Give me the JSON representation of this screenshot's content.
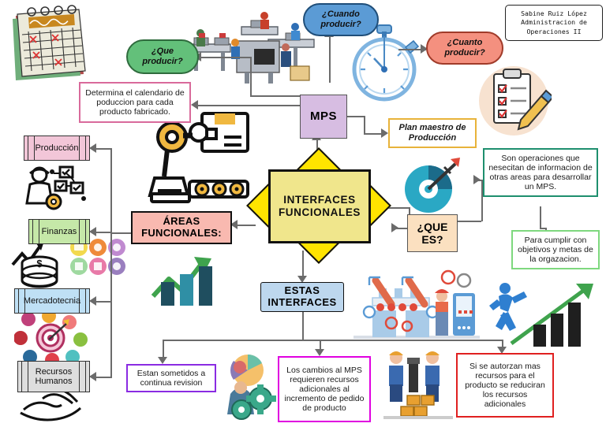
{
  "meta": {
    "title_card": "Sabine Ruiz López\nAdministracion de\nOperaciones II"
  },
  "center": {
    "line1": "INTERFACES",
    "line2": "FUNCIONALES"
  },
  "nodes": {
    "mps": "MPS",
    "que_producir": "¿Que\nproducir?",
    "cuando_producir": "¿Cuando\nproducir?",
    "cuanto_producir": "¿Cuanto\nproducir?",
    "determina": "Determina el  calendario de poduccion para cada producto fabricado.",
    "plan_maestro": "Plan maestro de Producción",
    "areas_funcionales": "ÁREAS\nFUNCIONALES:",
    "que_es": "¿QUE\nES?",
    "son_operaciones": "Son operaciones que nesecitan de informacion de otras areas para desarrollar un MPS.",
    "para_cumplir": "Para cumplir con objetivos y metas de la orgazacion.",
    "estas_interfaces": "ESTAS\nINTERFACES",
    "estan_sometidos": "Estan sometidos a continua revision",
    "los_cambios": "Los cambios al MPS requieren recursos adicionales  al incremento de pedido de producto",
    "si_se_autorizan": "Si se autorzan mas recursos para el producto se reduciran los recursos adicionales"
  },
  "areas": [
    {
      "label": "Producción",
      "color": "#f2c6d8"
    },
    {
      "label": "Finanzas",
      "color": "#c5e8a8"
    },
    {
      "label": "Mercadotecnia",
      "color": "#bfe0f5"
    },
    {
      "label": "Recursos\nHumanos",
      "color": "#dedede"
    }
  ],
  "colors": {
    "center_fill": "#f0e68c",
    "center_points": "#ffe400",
    "mps_fill": "#d7bde2",
    "areas_fill": "#f9b9b0",
    "que_es_fill": "#fbe0c0",
    "estas_fill": "#bdd7ee",
    "connector": "#6b6b6b",
    "pink_border": "#d96a9b",
    "green_border": "#1e8f6e",
    "light_green_border": "#7ed87e",
    "yellow_border": "#e8b33a",
    "purple_border": "#8a2be2",
    "magenta_border": "#e000e0",
    "red_border": "#e02020"
  },
  "illustrations": [
    {
      "name": "calendar-illustration"
    },
    {
      "name": "factory-conveyor-illustration"
    },
    {
      "name": "stopwatch-illustration"
    },
    {
      "name": "clipboard-checklist-illustration"
    },
    {
      "name": "robot-arm-illustration"
    },
    {
      "name": "worker-checklist-illustration"
    },
    {
      "name": "money-growth-illustration"
    },
    {
      "name": "marketing-icons-illustration"
    },
    {
      "name": "target-network-illustration"
    },
    {
      "name": "handshake-illustration"
    },
    {
      "name": "bar-chart-growth-illustration"
    },
    {
      "name": "dart-target-illustration"
    },
    {
      "name": "factory-automation-illustration"
    },
    {
      "name": "gears-people-illustration"
    },
    {
      "name": "warehouse-workers-illustration"
    },
    {
      "name": "runner-bar-chart-illustration"
    }
  ]
}
